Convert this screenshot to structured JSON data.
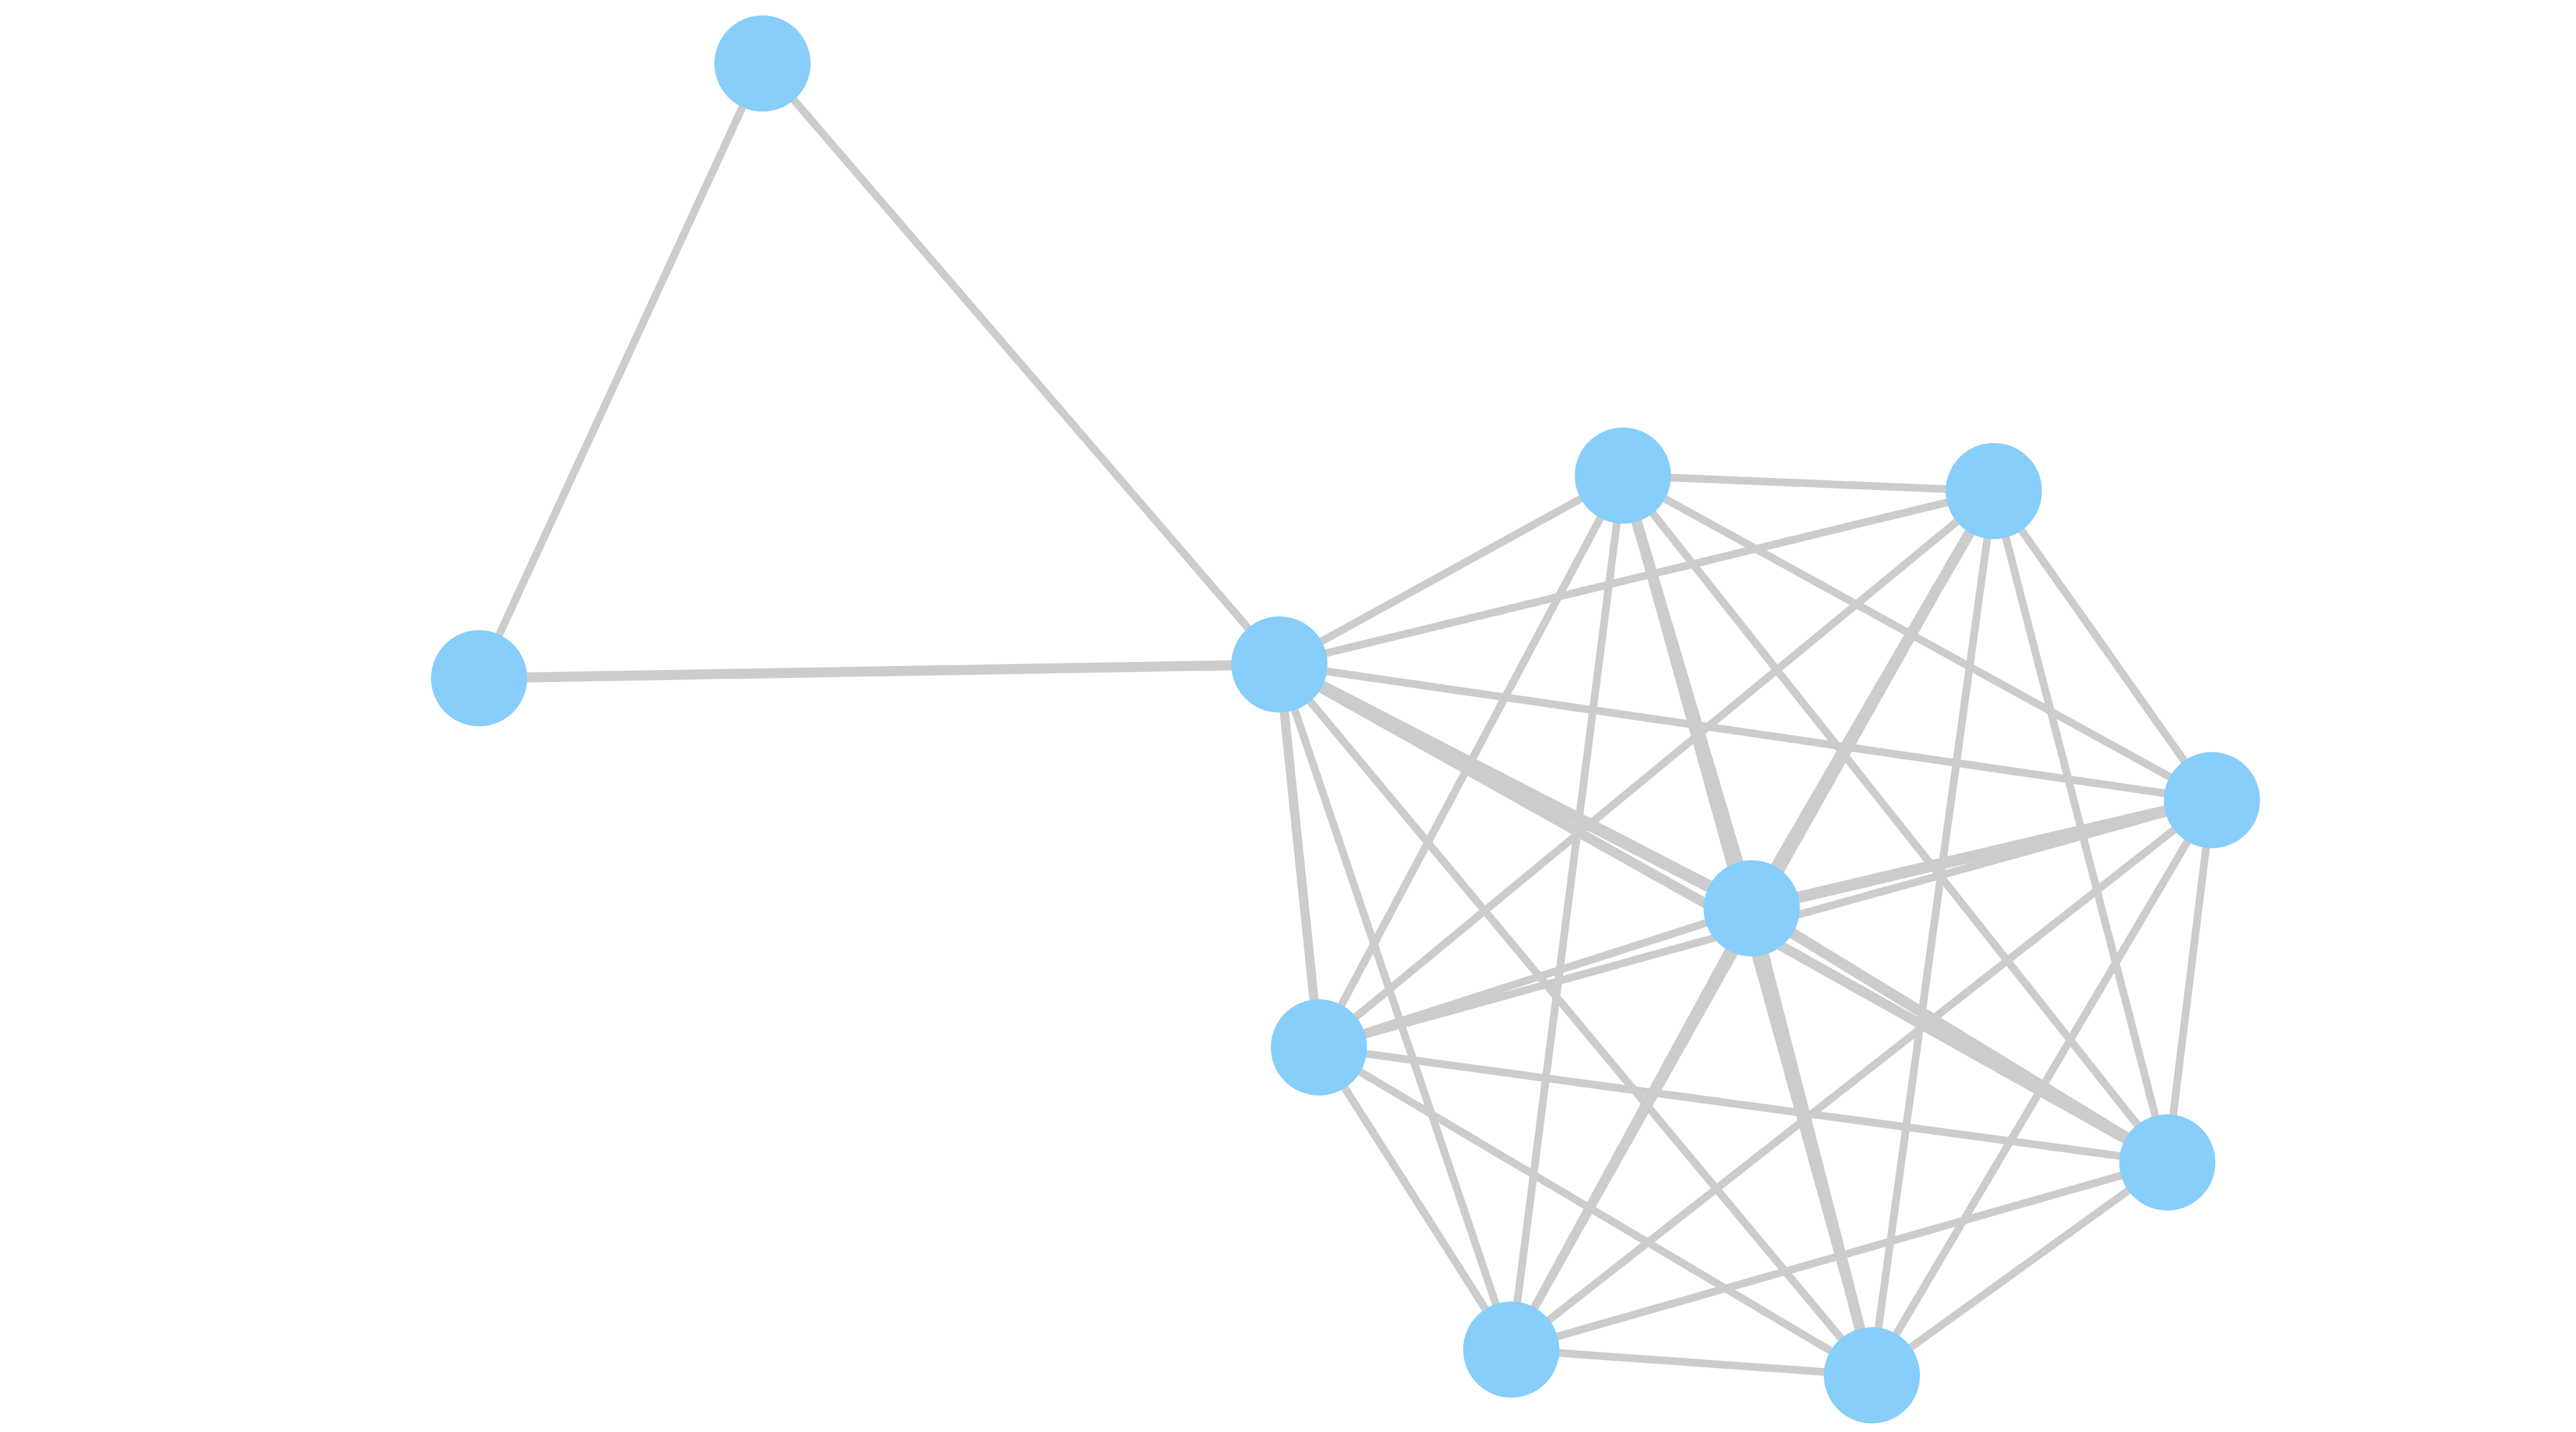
{
  "colors": {
    "node": "#87cefa",
    "edge": "#cccccc",
    "background": "#ffffff"
  },
  "graph": {
    "node_count": 11,
    "nodes": [
      "n0",
      "n1",
      "n2",
      "n3",
      "n4",
      "n5",
      "n6",
      "n7",
      "n8",
      "n9",
      "n10"
    ],
    "edges": [
      [
        "n0",
        "n1",
        1
      ],
      [
        "n0",
        "n2",
        1
      ],
      [
        "n1",
        "n2",
        1.3
      ],
      [
        "n2",
        "n3",
        1
      ],
      [
        "n2",
        "n4",
        1
      ],
      [
        "n2",
        "n5",
        1
      ],
      [
        "n2",
        "n6",
        1.6
      ],
      [
        "n2",
        "n7",
        1.2
      ],
      [
        "n2",
        "n8",
        1.3
      ],
      [
        "n2",
        "n9",
        1
      ],
      [
        "n2",
        "n10",
        1
      ],
      [
        "n3",
        "n4",
        1
      ],
      [
        "n3",
        "n5",
        1
      ],
      [
        "n3",
        "n6",
        1.4
      ],
      [
        "n3",
        "n7",
        1
      ],
      [
        "n3",
        "n8",
        1
      ],
      [
        "n3",
        "n9",
        1
      ],
      [
        "n3",
        "n10",
        1
      ],
      [
        "n4",
        "n5",
        1
      ],
      [
        "n4",
        "n6",
        1.4
      ],
      [
        "n4",
        "n7",
        1
      ],
      [
        "n4",
        "n8",
        1
      ],
      [
        "n4",
        "n9",
        1
      ],
      [
        "n4",
        "n10",
        1
      ],
      [
        "n5",
        "n6",
        1.5
      ],
      [
        "n5",
        "n7",
        1
      ],
      [
        "n5",
        "n8",
        1
      ],
      [
        "n5",
        "n9",
        1
      ],
      [
        "n5",
        "n10",
        1
      ],
      [
        "n6",
        "n7",
        1
      ],
      [
        "n6",
        "n8",
        1.4
      ],
      [
        "n6",
        "n9",
        1
      ],
      [
        "n6",
        "n10",
        1.4
      ],
      [
        "n7",
        "n8",
        1
      ],
      [
        "n7",
        "n9",
        1
      ],
      [
        "n7",
        "n10",
        1
      ],
      [
        "n8",
        "n9",
        1
      ],
      [
        "n8",
        "n10",
        1
      ],
      [
        "n9",
        "n10",
        1
      ]
    ]
  }
}
